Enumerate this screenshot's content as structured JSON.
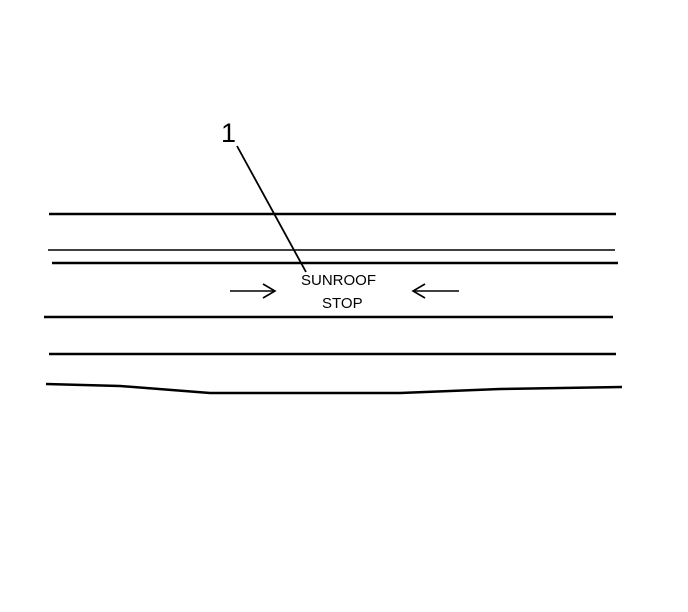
{
  "callout": {
    "number": "1"
  },
  "label": {
    "line1": "SUNROOF",
    "line2": "STOP"
  },
  "colors": {
    "ink": "#000000",
    "background": "#ffffff"
  }
}
